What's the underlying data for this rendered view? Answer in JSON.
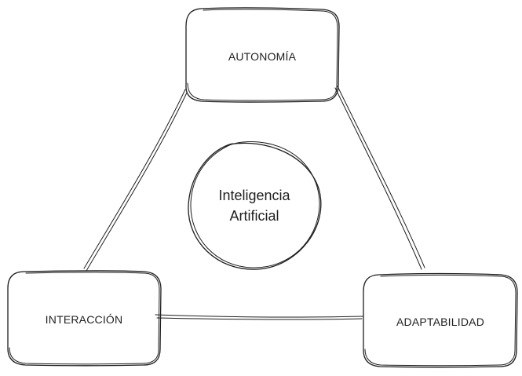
{
  "diagram": {
    "nodes": {
      "top": {
        "label": "AUTONOMÍA"
      },
      "left": {
        "label": "INTERACCIÓN"
      },
      "right": {
        "label": "ADAPTABILIDAD"
      }
    },
    "center": {
      "line1": "Inteligencia",
      "line2": "Artificial"
    },
    "stroke_color": "#1e1e1e",
    "background": "#ffffff"
  }
}
